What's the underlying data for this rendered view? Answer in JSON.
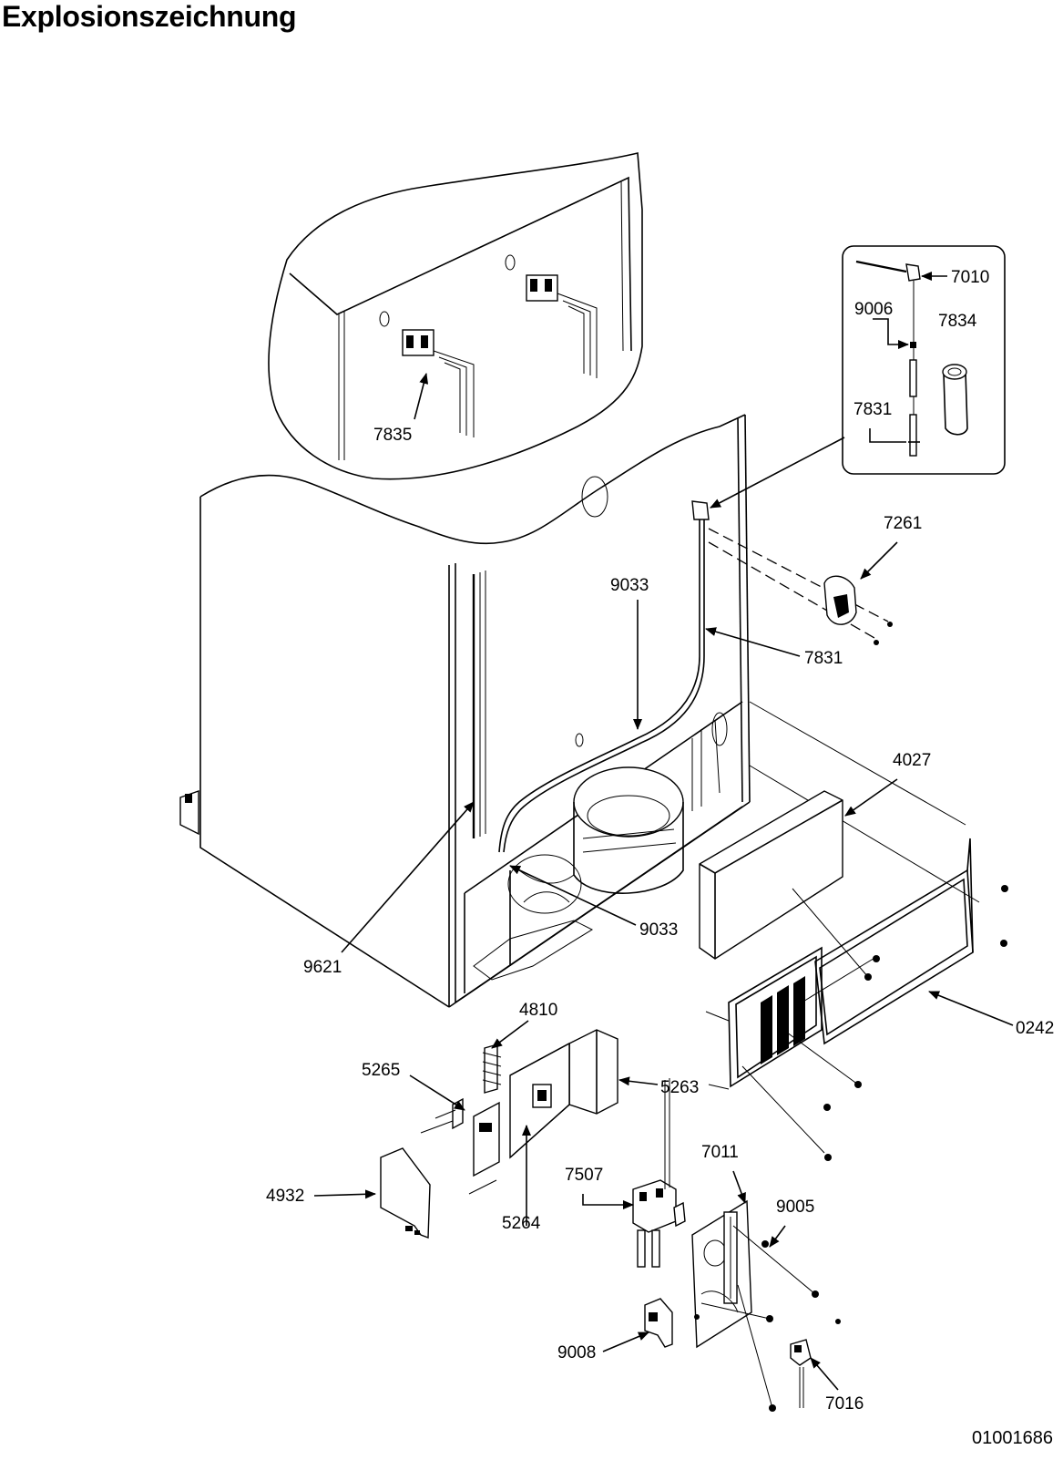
{
  "title": "Explosionszeichnung",
  "document_number": "01001686",
  "callouts": [
    {
      "id": "7010",
      "text": "7010"
    },
    {
      "id": "9006",
      "text": "9006"
    },
    {
      "id": "7834",
      "text": "7834"
    },
    {
      "id": "7831a",
      "text": "7831"
    },
    {
      "id": "7835",
      "text": "7835"
    },
    {
      "id": "7261",
      "text": "7261"
    },
    {
      "id": "9033a",
      "text": "9033"
    },
    {
      "id": "7831b",
      "text": "7831"
    },
    {
      "id": "4027",
      "text": "4027"
    },
    {
      "id": "9033b",
      "text": "9033"
    },
    {
      "id": "9621",
      "text": "9621"
    },
    {
      "id": "0242",
      "text": "0242"
    },
    {
      "id": "4810",
      "text": "4810"
    },
    {
      "id": "5265",
      "text": "5265"
    },
    {
      "id": "5263",
      "text": "5263"
    },
    {
      "id": "7011",
      "text": "7011"
    },
    {
      "id": "7507",
      "text": "7507"
    },
    {
      "id": "4932",
      "text": "4932"
    },
    {
      "id": "5264",
      "text": "5264"
    },
    {
      "id": "9005",
      "text": "9005"
    },
    {
      "id": "9008",
      "text": "9008"
    },
    {
      "id": "7016",
      "text": "7016"
    }
  ]
}
